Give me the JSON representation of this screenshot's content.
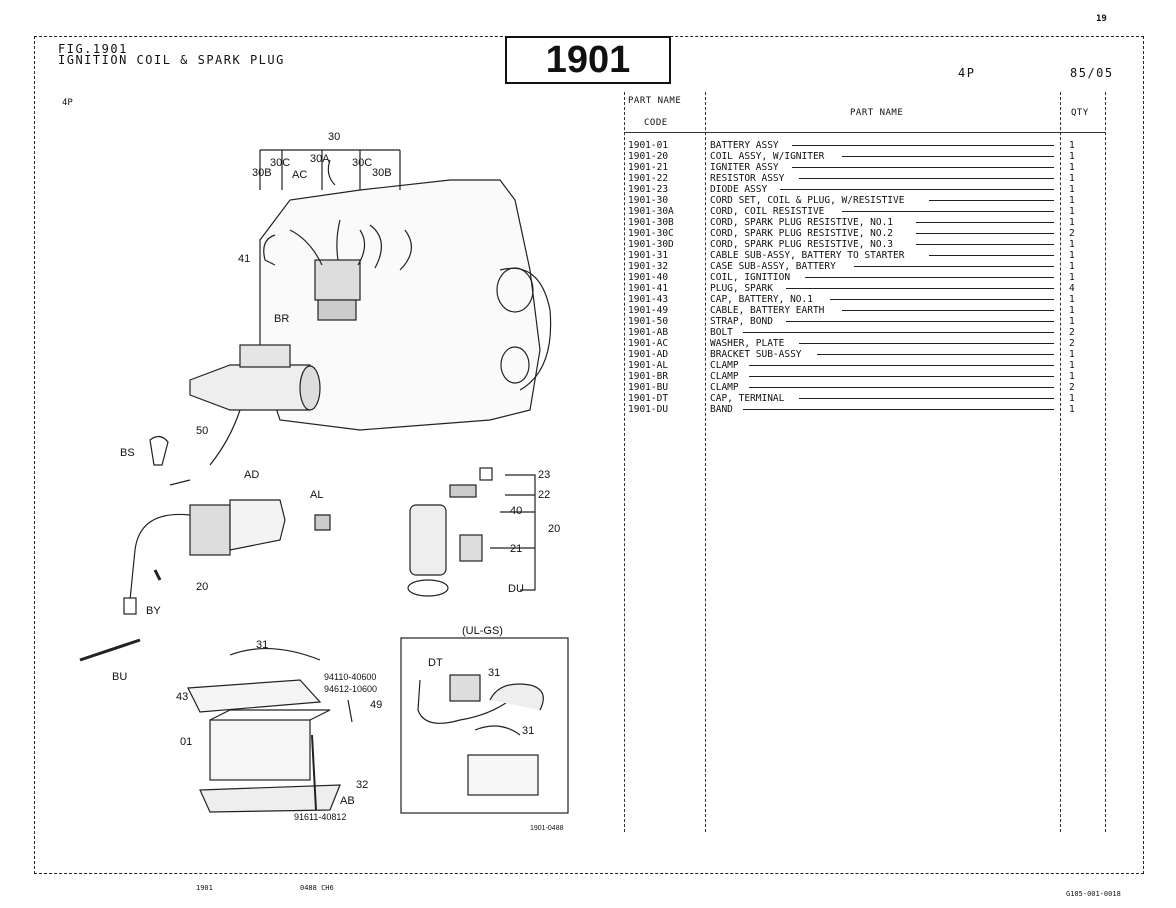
{
  "page": {
    "page_number": "19",
    "fig_title_1": "FIG.1901",
    "fig_title_2": "IGNITION COIL & SPARK PLUG",
    "fig_number": "1901",
    "model": "4P",
    "date": "85/05",
    "left_model": "4P",
    "footer_left": "1901",
    "footer_mid": "0488  CH6",
    "footer_right": "G105-001-0018"
  },
  "table": {
    "col_code_1": "PART NAME",
    "col_code_2": "CODE",
    "col_name": "PART  NAME",
    "col_qty": "QTY",
    "rows": [
      {
        "code": "1901-01",
        "name": "BATTERY ASSY",
        "qty": "1"
      },
      {
        "code": "1901-20",
        "name": "COIL ASSY, W/IGNITER",
        "qty": "1"
      },
      {
        "code": "1901-21",
        "name": "IGNITER ASSY",
        "qty": "1"
      },
      {
        "code": "1901-22",
        "name": "RESISTOR ASSY",
        "qty": "1"
      },
      {
        "code": "1901-23",
        "name": "DIODE ASSY",
        "qty": "1"
      },
      {
        "code": "1901-30",
        "name": "CORD SET, COIL & PLUG, W/RESISTIVE",
        "qty": "1"
      },
      {
        "code": "1901-30A",
        "name": "CORD, COIL RESISTIVE",
        "qty": "1"
      },
      {
        "code": "1901-30B",
        "name": "CORD, SPARK PLUG RESISTIVE, NO.1",
        "qty": "1"
      },
      {
        "code": "1901-30C",
        "name": "CORD, SPARK PLUG RESISTIVE, NO.2",
        "qty": "2"
      },
      {
        "code": "1901-30D",
        "name": "CORD, SPARK PLUG RESISTIVE, NO.3",
        "qty": "1"
      },
      {
        "code": "1901-31",
        "name": "CABLE SUB-ASSY, BATTERY TO STARTER",
        "qty": "1"
      },
      {
        "code": "1901-32",
        "name": "CASE SUB-ASSY, BATTERY",
        "qty": "1"
      },
      {
        "code": "1901-40",
        "name": "COIL, IGNITION",
        "qty": "1"
      },
      {
        "code": "1901-41",
        "name": "PLUG, SPARK",
        "qty": "4"
      },
      {
        "code": "1901-43",
        "name": "CAP, BATTERY, NO.1",
        "qty": "1"
      },
      {
        "code": "1901-49",
        "name": "CABLE, BATTERY EARTH",
        "qty": "1"
      },
      {
        "code": "1901-50",
        "name": "STRAP, BOND",
        "qty": "1"
      },
      {
        "code": "1901-AB",
        "name": "BOLT",
        "qty": "2"
      },
      {
        "code": "1901-AC",
        "name": "WASHER, PLATE",
        "qty": "2"
      },
      {
        "code": "1901-AD",
        "name": "BRACKET SUB-ASSY",
        "qty": "1"
      },
      {
        "code": "1901-AL",
        "name": "CLAMP",
        "qty": "1"
      },
      {
        "code": "1901-BR",
        "name": "CLAMP",
        "qty": "1"
      },
      {
        "code": "1901-BU",
        "name": "CLAMP",
        "qty": "2"
      },
      {
        "code": "1901-DT",
        "name": "CAP, TERMINAL",
        "qty": "1"
      },
      {
        "code": "1901-DU",
        "name": "BAND",
        "qty": "1"
      }
    ]
  },
  "diagram": {
    "labels": {
      "l30": "30",
      "l30C_a": "30C",
      "l30A": "30A",
      "l30C_b": "30C",
      "l30B_a": "30B",
      "lAC": "AC",
      "l30B_b": "30B",
      "l41": "41",
      "lBR": "BR",
      "l50": "50",
      "lBS": "BS",
      "lAD": "AD",
      "lAL": "AL",
      "l20a": "20",
      "lBY": "BY",
      "l23": "23",
      "l22": "22",
      "l40": "40",
      "l21": "21",
      "l20b": "20",
      "lDU": "DU",
      "lBU": "BU",
      "l31a": "31",
      "l43": "43",
      "l01": "01",
      "l49": "49",
      "l32": "32",
      "lAB": "AB",
      "p1": "94110-40600",
      "p2": "94612-10600",
      "p3": "91611-40812",
      "ulgs": "(UL-GS)",
      "lDT": "DT",
      "l31b": "31",
      "l31c": "31",
      "ref": "1901-0488"
    }
  }
}
